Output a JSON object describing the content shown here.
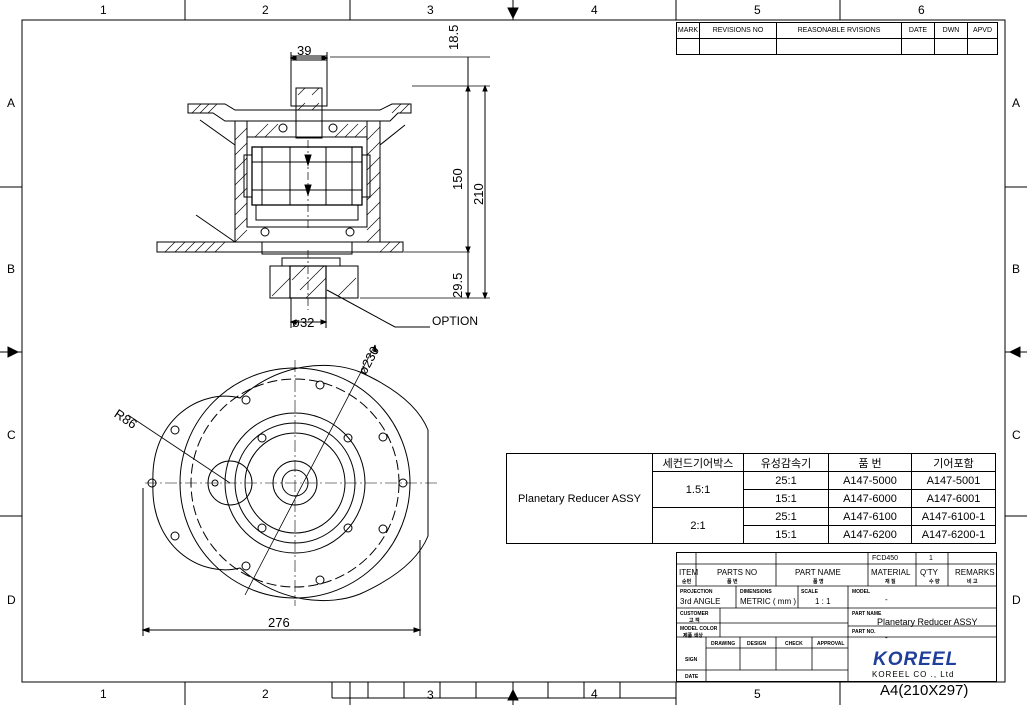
{
  "zones": {
    "columns": [
      "1",
      "2",
      "3",
      "4",
      "5",
      "6"
    ],
    "rows": [
      "A",
      "B",
      "C",
      "D"
    ]
  },
  "revisions": {
    "mark": "MARK",
    "revisions_no": "REVISIONS NO",
    "reasons": "REASONABLE RVISIONS",
    "date": "DATE",
    "dwn": "DWN",
    "apvd": "APVD"
  },
  "dimensions": {
    "shaft_width": "39",
    "top": "18.5",
    "height_150": "150",
    "height_210": "210",
    "bottom": "29.5",
    "bore": "ø32",
    "option": "OPTION",
    "diameter": "ø230",
    "radius": "R86",
    "width": "276"
  },
  "variant_table": {
    "headers": [
      "세컨드기어박스",
      "유성감속기",
      "품 번",
      "기어포함"
    ],
    "assembly": "Planetary Reducer ASSY",
    "groups": [
      {
        "ratio": "1.5:1",
        "rows": [
          [
            "25:1",
            "A147-5000",
            "A147-5001"
          ],
          [
            "15:1",
            "A147-6000",
            "A147-6001"
          ]
        ]
      },
      {
        "ratio": "2:1",
        "rows": [
          [
            "25:1",
            "A147-6100",
            "A147-6100-1"
          ],
          [
            "15:1",
            "A147-6200",
            "A147-6200-1"
          ]
        ]
      }
    ]
  },
  "title_block": {
    "row0": {
      "material": "FCD450",
      "qty": "1"
    },
    "item": "ITEM",
    "item_kr": "순번",
    "parts_no": "PARTS NO",
    "parts_no_kr": "품 번",
    "part_name": "PART NAME",
    "part_name_kr": "품 명",
    "material": "MATERIAL",
    "material_kr": "재 질",
    "qty": "Q'TY",
    "qty_kr": "수 량",
    "remarks": "REMARKS",
    "remarks_kr": "비 고",
    "projection_label": "PROJECTION",
    "projection": "3rd ANGLE",
    "dimensions_label": "DIMENSIONS",
    "dimensions": "METRIC ( mm )",
    "scale_label": "SCALE",
    "scale": "1 : 1",
    "model_label": "MODEL",
    "model": "-",
    "customer_label": "CUSTOMER",
    "customer_kr": "고 객",
    "model_color_label": "MODEL COLOR",
    "model_color_kr": "제품 색상",
    "part_name_label": "PART NAME",
    "part_name_value": "Planetary Reducer ASSY",
    "part_no_label": "PART NO.",
    "part_no_value": "-",
    "drawing": "DRAWING",
    "design": "DESIGN",
    "check": "CHECK",
    "approval": "APPROVAL",
    "sign": "SIGN",
    "date": "DATE",
    "logo": "KOREEL",
    "company": "KOREEL CO ., Ltd",
    "sheet": "A4(210X297)"
  }
}
